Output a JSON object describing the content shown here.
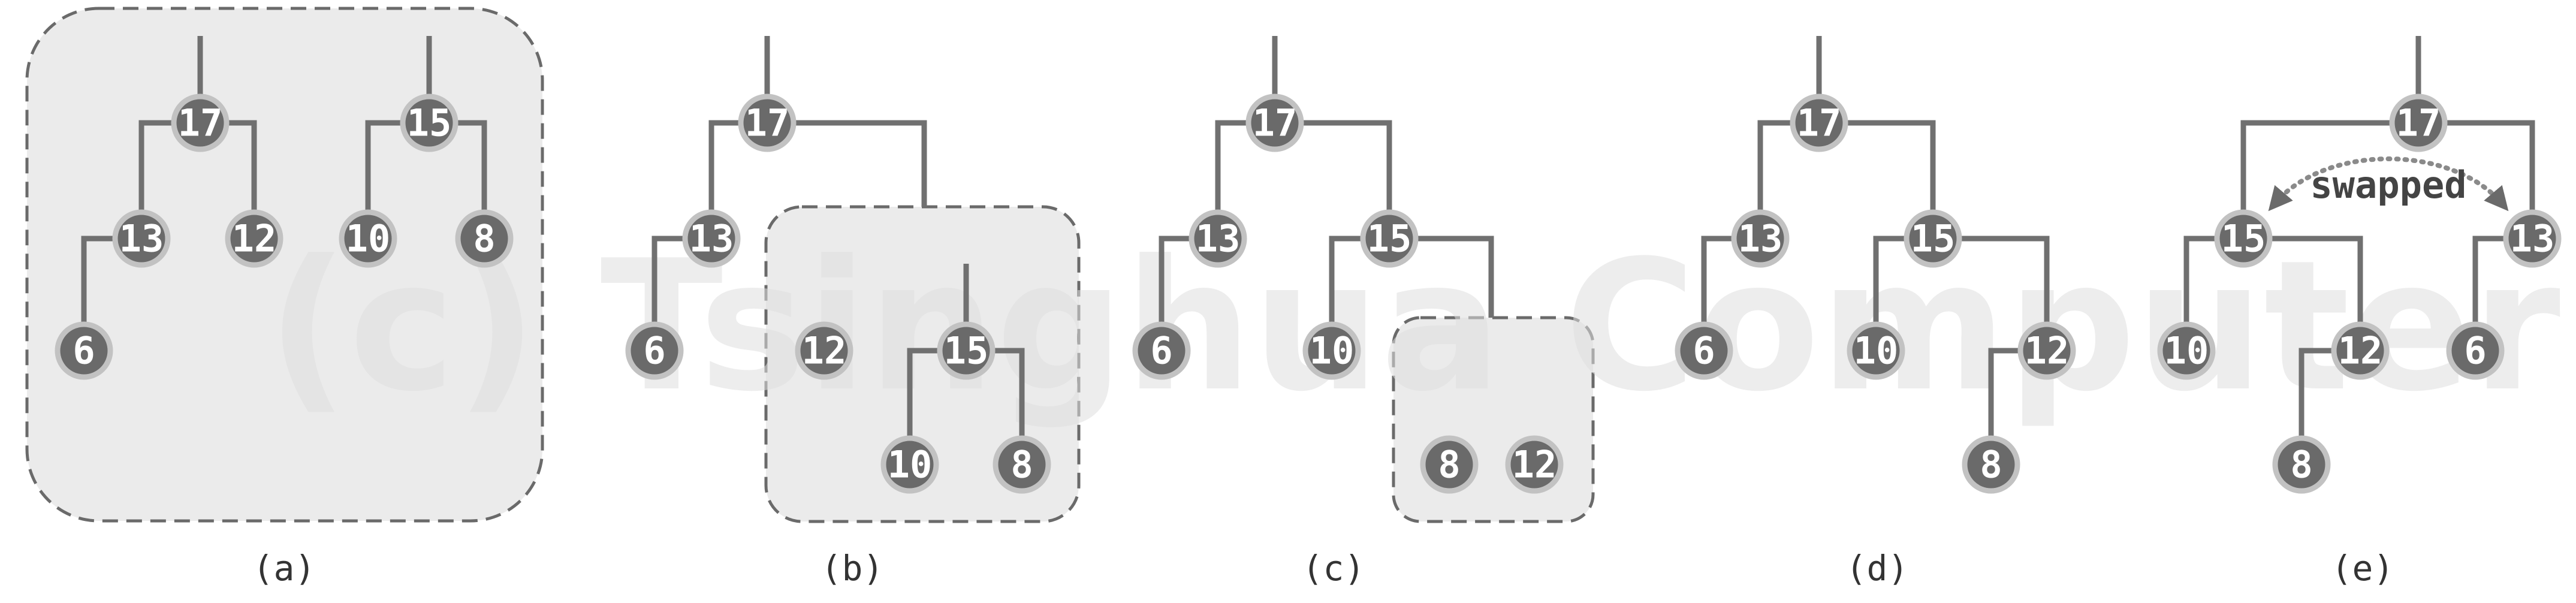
{
  "watermark": "(c) Tsinghua Computer",
  "panels": [
    {
      "id": "a",
      "caption": "(a)",
      "nodes": {
        "n17": "17",
        "n15": "15",
        "n13": "13",
        "n12": "12",
        "n10": "10",
        "n8": "8",
        "n6": "6"
      }
    },
    {
      "id": "b",
      "caption": "(b)",
      "nodes": {
        "n17": "17",
        "n13": "13",
        "n6": "6",
        "n12": "12",
        "n15": "15",
        "n10": "10",
        "n8": "8"
      }
    },
    {
      "id": "c",
      "caption": "(c)",
      "nodes": {
        "n17": "17",
        "n13": "13",
        "n15": "15",
        "n6": "6",
        "n10": "10",
        "n8": "8",
        "n12": "12"
      }
    },
    {
      "id": "d",
      "caption": "(d)",
      "nodes": {
        "n17": "17",
        "n13": "13",
        "n15": "15",
        "n6": "6",
        "n10": "10",
        "n12": "12",
        "n8": "8"
      }
    },
    {
      "id": "e",
      "caption": "(e)",
      "nodes": {
        "n17": "17",
        "n15": "15",
        "n13": "13",
        "n10": "10",
        "n12": "12",
        "n6": "6",
        "n8": "8"
      },
      "note": "swapped"
    }
  ]
}
